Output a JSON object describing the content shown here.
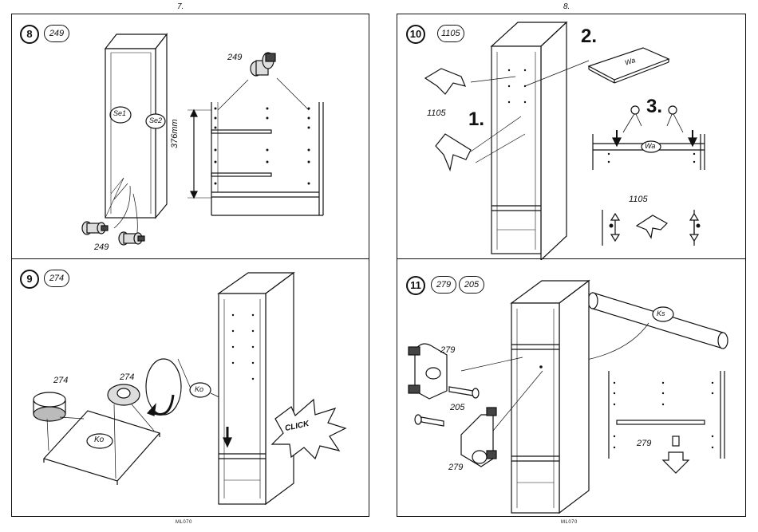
{
  "left_page_number": "7.",
  "right_page_number": "8.",
  "footer_left": "ML070",
  "footer_right": "ML070",
  "step8": {
    "number": "8",
    "part": "249",
    "part_label_top": "249",
    "part_label_bottom": "249",
    "side_left": "Se1",
    "side_right": "Se2",
    "dimension": "376mm"
  },
  "step9": {
    "number": "9",
    "part": "274",
    "label_a": "274",
    "label_b": "274",
    "board": "Ko",
    "board_callout": "Ko",
    "sound": "CLICK"
  },
  "step10": {
    "number": "10",
    "part": "1105",
    "label_left": "1105",
    "label_mid": "1105",
    "order_1": "1.",
    "order_2": "2.",
    "order_3": "3.",
    "shelf": "Wa",
    "shelf_detail": "Wa"
  },
  "step11": {
    "number": "11",
    "part_a": "279",
    "part_b": "205",
    "label_279_top": "279",
    "label_205": "205",
    "label_279_bottom": "279",
    "label_279_detail": "279",
    "rail": "Ks"
  }
}
